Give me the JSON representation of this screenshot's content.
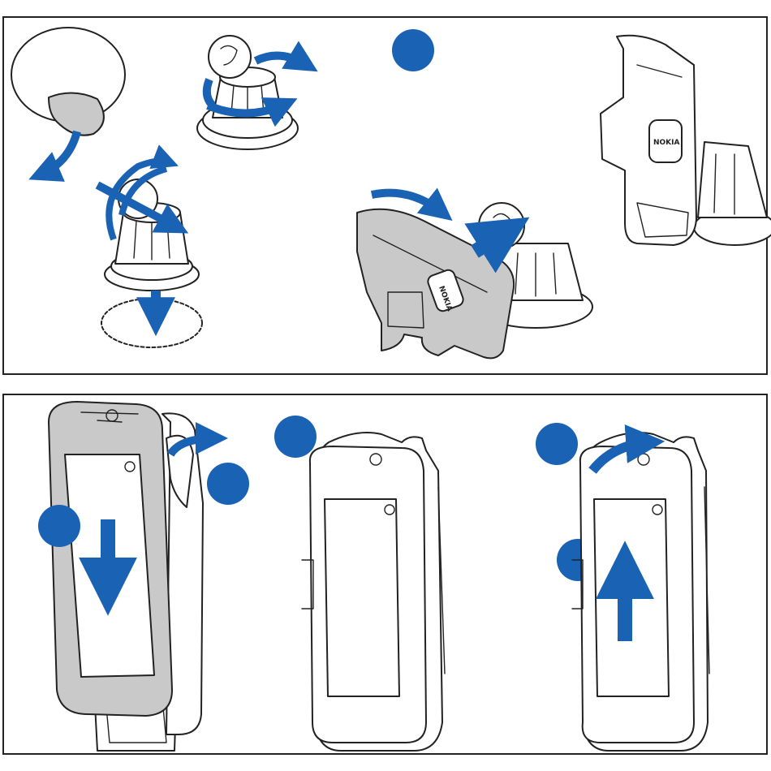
{
  "brand": {
    "logo_text": "NOKIA"
  },
  "colors": {
    "accent": "#1a63b4",
    "outline": "#222222",
    "shading": "#c9c9c9"
  },
  "icons": [
    "step-marker-dot",
    "curved-arrow",
    "straight-arrow",
    "suction-cup",
    "holder-cradle",
    "phone"
  ]
}
